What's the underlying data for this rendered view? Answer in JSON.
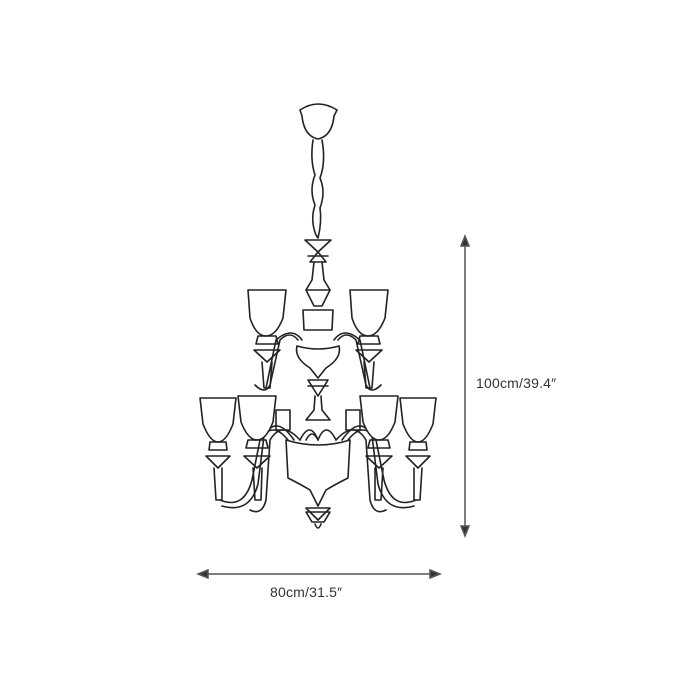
{
  "diagram": {
    "subject": "chandelier-line-drawing",
    "lines_color": "#222222",
    "dimension_color": "#555555",
    "dimensions": {
      "height": {
        "label": "100cm/39.4″",
        "orientation": "vertical"
      },
      "width": {
        "label": "80cm/31.5″",
        "orientation": "horizontal"
      }
    }
  }
}
